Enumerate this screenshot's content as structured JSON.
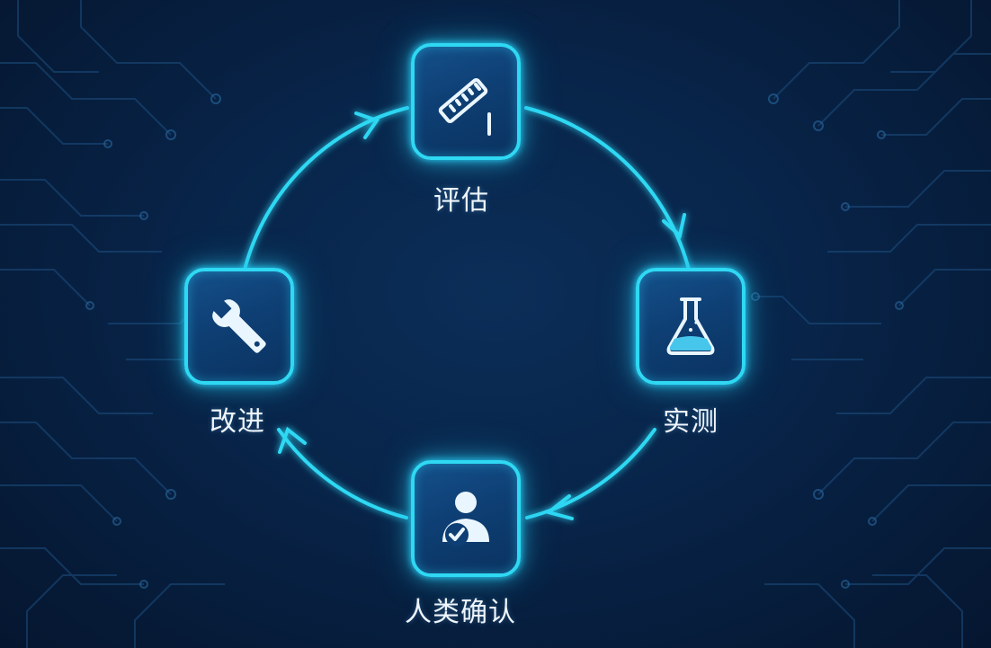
{
  "diagram": {
    "type": "cycle",
    "direction": "clockwise",
    "accent_color": "#2fd8f3",
    "background_color": "#082449",
    "label_color": "#eef5fc",
    "steps": [
      {
        "label": "评估",
        "icon": "ruler-triangle-icon"
      },
      {
        "label": "实测",
        "icon": "flask-icon"
      },
      {
        "label": "人类确认",
        "icon": "person-check-icon"
      },
      {
        "label": "改进",
        "icon": "wrench-icon"
      }
    ]
  }
}
